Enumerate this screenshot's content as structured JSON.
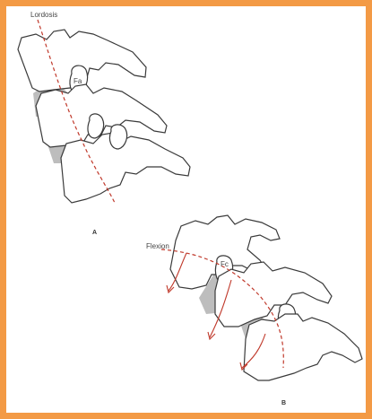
{
  "labels": {
    "lordosis": "Lordosis",
    "flexion": "Flexion",
    "fa": "Fa",
    "fc": "Fc",
    "panel_a": "A",
    "panel_b": "B"
  },
  "colors": {
    "frame": "#f39a45",
    "outline": "#3a3a3a",
    "disc": "#bdbdbd",
    "axis": "#c0392b"
  }
}
